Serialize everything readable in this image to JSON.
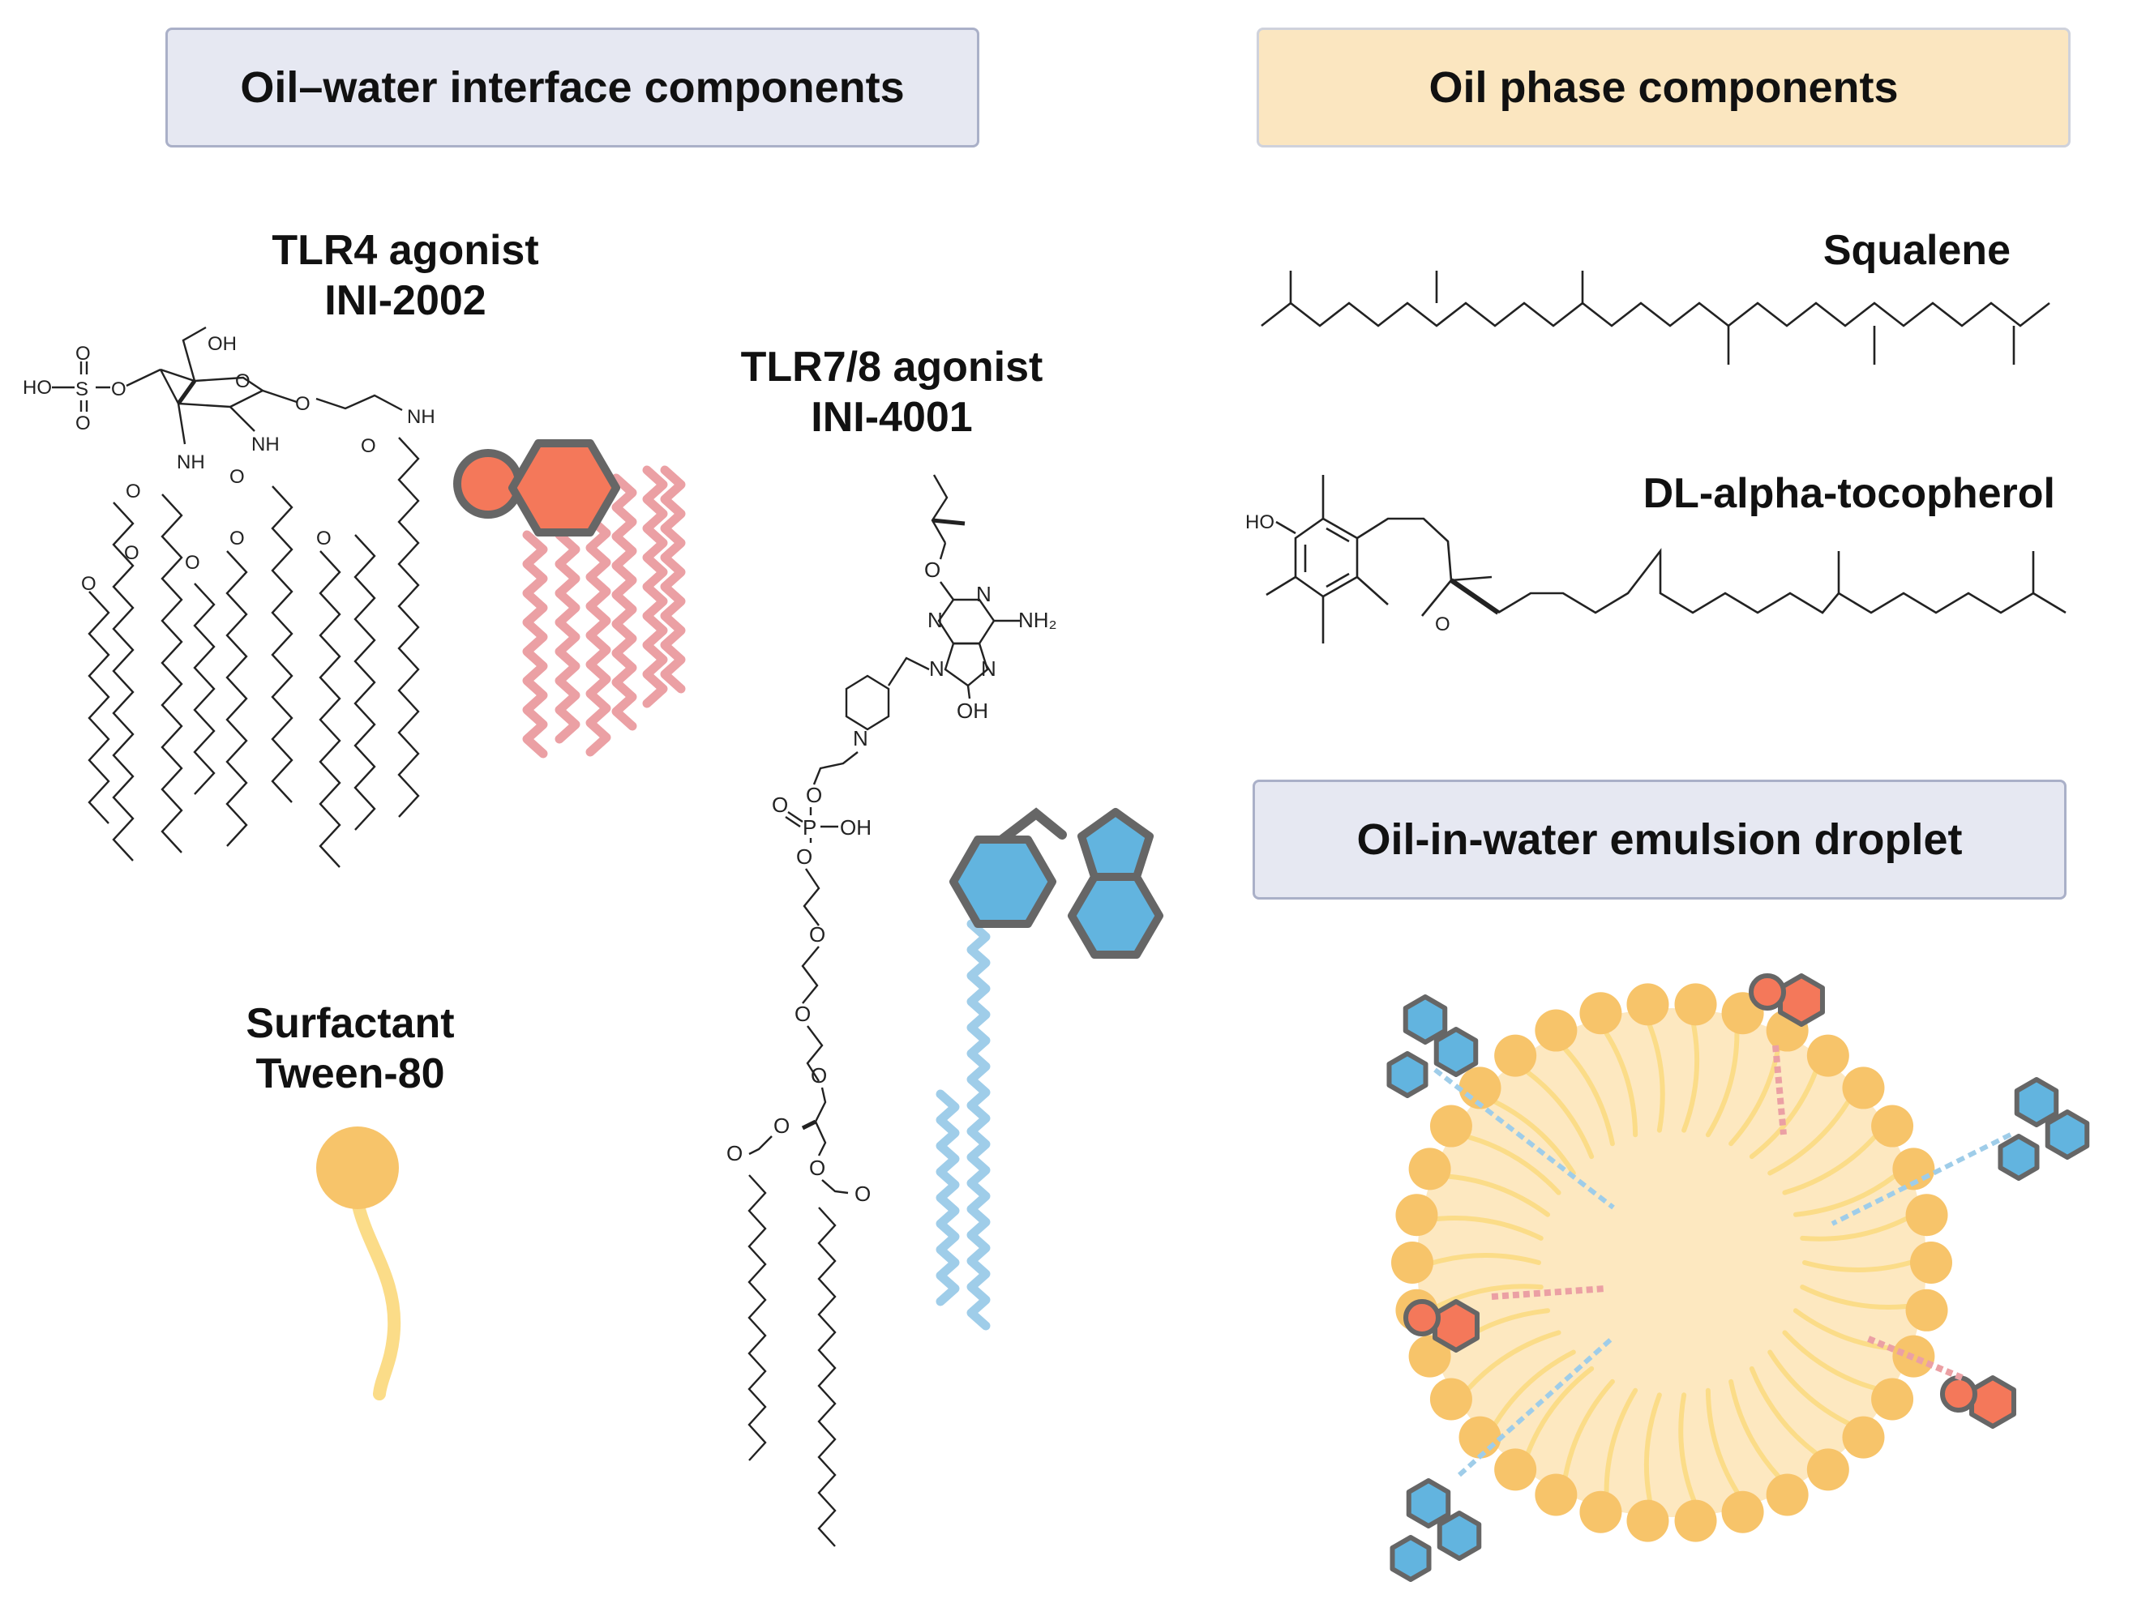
{
  "headers": {
    "interface": "Oil–water interface components",
    "oil_phase": "Oil phase components",
    "droplet": "Oil-in-water emulsion droplet"
  },
  "components": {
    "tlr4": {
      "line1": "TLR4 agonist",
      "line2": "INI-2002"
    },
    "tlr78": {
      "line1": "TLR7/8 agonist",
      "line2": "INI-4001"
    },
    "surfactant": {
      "line1": "Surfactant",
      "line2": "Tween-80"
    },
    "squalene": "Squalene",
    "tocopherol": "DL-alpha-tocopherol"
  },
  "atom_labels": {
    "oh": "OH",
    "ho": "HO",
    "o": "O",
    "s": "S",
    "p": "P",
    "n": "N",
    "nh": "NH",
    "nh2": "NH₂"
  },
  "colors": {
    "header_blue": "#e6e8f2",
    "header_yellow": "#fbe6c0",
    "header_border": "#aab0c8",
    "tlr4_head": "#f4785a",
    "tlr4_tail": "#eba0a4",
    "tlr78_head": "#62b4df",
    "tlr78_tail": "#9fcde9",
    "surfactant_head": "#f7c46a",
    "surfactant_tail": "#fbdc88",
    "droplet_fill": "#fde8c0",
    "outline": "#666666"
  },
  "icons": [
    "tlr4-agonist-icon",
    "tlr78-agonist-icon",
    "surfactant-icon",
    "emulsion-droplet-icon"
  ]
}
